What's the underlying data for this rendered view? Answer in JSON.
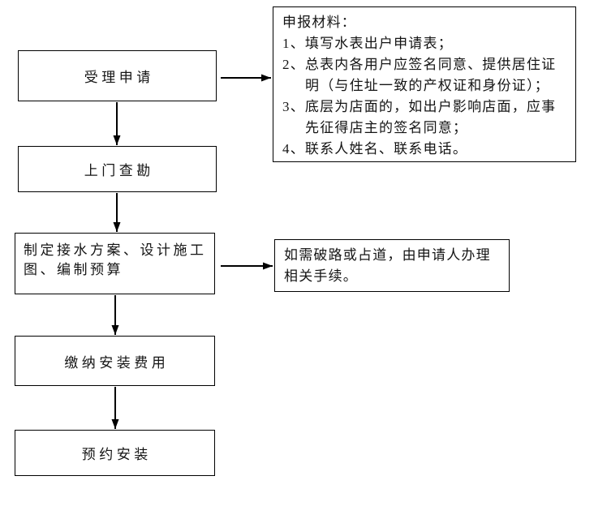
{
  "flowchart": {
    "steps": [
      {
        "label": "受理申请"
      },
      {
        "label": "上门查勘"
      },
      {
        "lines": [
          "制定接水方案、设计施工",
          "图、编制预算"
        ]
      },
      {
        "label": "缴纳安装费用"
      },
      {
        "label": "预约安装"
      }
    ],
    "notes": {
      "materials": {
        "lines": [
          "申报材料：",
          "1、填写水表出户申请表；",
          "2、总表内各用户应签名同意、提供居住证",
          "明（与住址一致的产权证和身份证）；",
          "3、底层为店面的，如出户影响店面，应事",
          "先征得店主的签名同意；",
          "4、联系人姓名、联系电话。"
        ]
      },
      "road": {
        "lines": [
          "如需破路或占道，由申请人办理",
          "相关手续。"
        ]
      }
    },
    "colors": {
      "background": "#ffffff",
      "border": "#000000",
      "text": "#141414",
      "arrow": "#000000"
    }
  }
}
